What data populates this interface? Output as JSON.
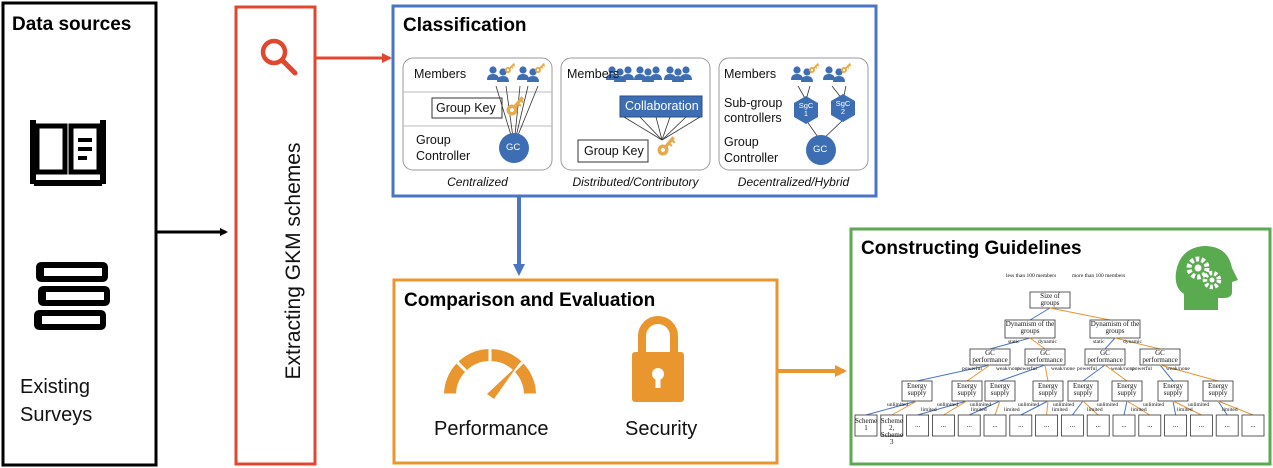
{
  "colors": {
    "red": "#e0472e",
    "blue": "#4a74c4",
    "orange": "#e8962d",
    "green": "#5aaa4f",
    "icon_blue": "#3d6eb4",
    "key_gold": "#e7a94a",
    "gc_circle": "#3d6eb4"
  },
  "data_sources": {
    "title": "Data sources",
    "label_line1": "Existing",
    "label_line2": "Surveys",
    "icons": [
      "open-book-icon",
      "stack-of-books-icon"
    ]
  },
  "extract": {
    "title": "Extracting GKM schemes",
    "icon": "magnifier-icon"
  },
  "classification": {
    "title": "Classification",
    "panels": [
      {
        "top_label": "Members",
        "mid_label": "Group Key",
        "bottom_label_1": "Group",
        "bottom_label_2": "Controller",
        "node": "GC",
        "caption": "Centralized"
      },
      {
        "top_label": "Members",
        "mid_label": "Collaboration",
        "bottom_label": "Group Key",
        "caption": "Distributed/Contributory"
      },
      {
        "top_label": "Members",
        "mid_label_1": "Sub-group",
        "mid_label_2": "controllers",
        "sub_node_1": "SgC 1",
        "sub_node_2": "SgC 2",
        "bottom_label_1": "Group",
        "bottom_label_2": "Controller",
        "node": "GC",
        "caption": "Decentralized/Hybrid"
      }
    ]
  },
  "comparison": {
    "title": "Comparison and Evaluation",
    "items": [
      {
        "label": "Performance",
        "icon": "speedometer-icon"
      },
      {
        "label": "Security",
        "icon": "padlock-icon"
      }
    ]
  },
  "guidelines": {
    "title": "Constructing Guidelines",
    "icon": "head-with-gears-icon",
    "tree": {
      "root": "Size of groups",
      "root_left_edge": "less than 100 members",
      "root_right_edge": "more than 100 members",
      "level1": [
        "Dynamism of the groups",
        "Dynamism of the groups"
      ],
      "level1_edges": [
        "static",
        "dynamic",
        "static",
        "dynamic"
      ],
      "level2": [
        "GC performance",
        "GC performance",
        "GC performance",
        "GC performance"
      ],
      "level2_edges": [
        "powerful",
        "weak/none",
        "powerful",
        "weak/none",
        "powerful",
        "weak/none",
        "powerful",
        "weak/none"
      ],
      "level3": [
        "Energy supply",
        "Energy supply",
        "Energy supply",
        "Energy supply",
        "Energy supply",
        "Energy supply",
        "Energy supply",
        "Energy supply"
      ],
      "level3_edges": [
        "unlimited",
        "limited",
        "unlimited",
        "limited",
        "unlimited",
        "limited",
        "unlimited",
        "limited",
        "unlimited",
        "limited",
        "unlimited",
        "limited",
        "unlimited",
        "limited",
        "unlimited",
        "limited"
      ],
      "leaves": [
        "Scheme 1",
        "Scheme 2, Scheme 3",
        "...",
        "...",
        "...",
        "...",
        "...",
        "...",
        "...",
        "...",
        "...",
        "...",
        "...",
        "...",
        "...",
        "..."
      ]
    }
  }
}
